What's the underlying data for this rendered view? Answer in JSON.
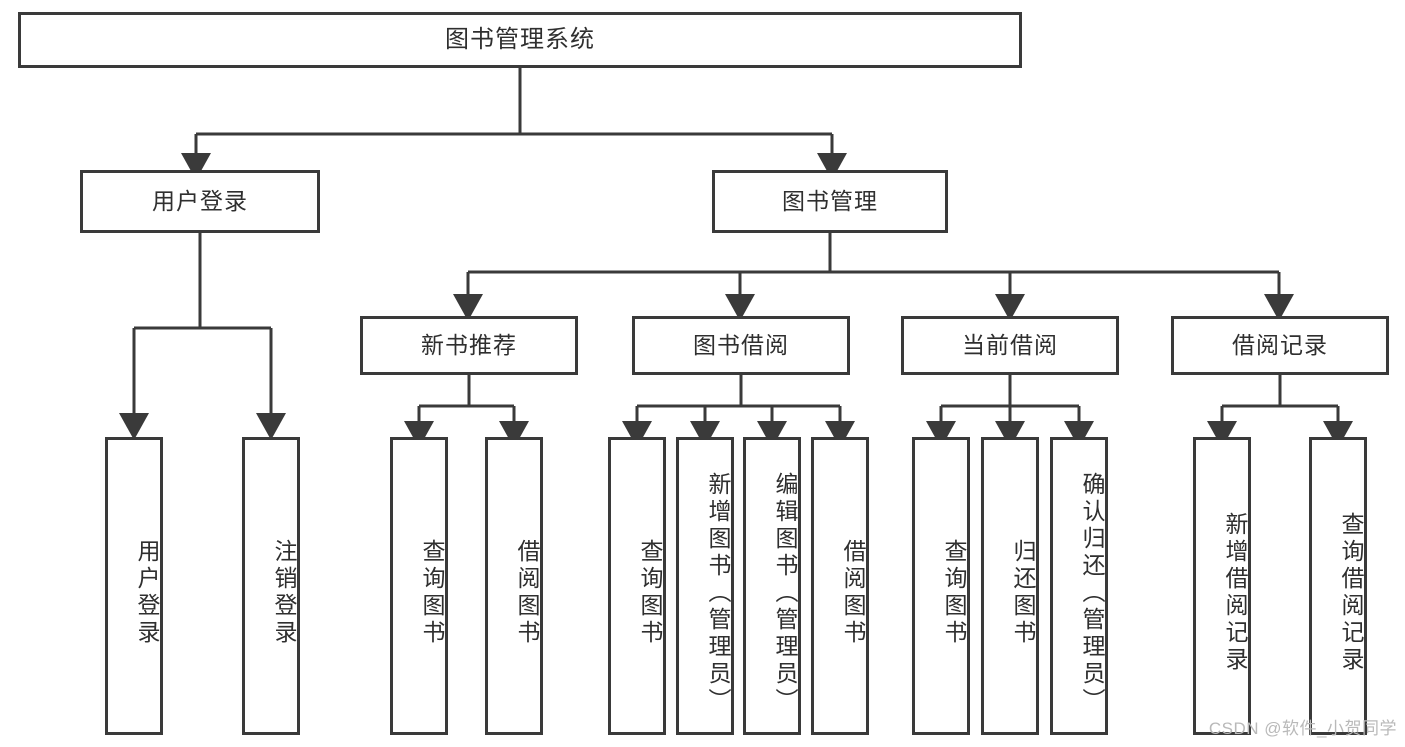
{
  "diagram": {
    "title": "图书管理系统",
    "type": "tree-hierarchy",
    "root": {
      "label": "图书管理系统"
    },
    "level2": [
      {
        "id": "user-login",
        "label": "用户登录"
      },
      {
        "id": "book-management",
        "label": "图书管理"
      }
    ],
    "level3": [
      {
        "id": "new-book-recommend",
        "label": "新书推荐",
        "parent": "book-management"
      },
      {
        "id": "book-borrow",
        "label": "图书借阅",
        "parent": "book-management"
      },
      {
        "id": "current-borrow",
        "label": "当前借阅",
        "parent": "book-management"
      },
      {
        "id": "borrow-record",
        "label": "借阅记录",
        "parent": "book-management"
      }
    ],
    "leaves": [
      {
        "id": "leaf-user-login",
        "label": "用户登录",
        "parent": "user-login"
      },
      {
        "id": "leaf-logout-login",
        "label": "注销登录",
        "parent": "user-login"
      },
      {
        "id": "leaf-query-book-1",
        "label": "查询图书",
        "parent": "new-book-recommend"
      },
      {
        "id": "leaf-borrow-book-1",
        "label": "借阅图书",
        "parent": "new-book-recommend"
      },
      {
        "id": "leaf-query-book-2",
        "label": "查询图书",
        "parent": "book-borrow"
      },
      {
        "id": "leaf-add-book",
        "label": "新增图书（管理员）",
        "parent": "book-borrow"
      },
      {
        "id": "leaf-edit-book",
        "label": "编辑图书（管理员）",
        "parent": "book-borrow"
      },
      {
        "id": "leaf-borrow-book-2",
        "label": "借阅图书",
        "parent": "book-borrow"
      },
      {
        "id": "leaf-query-book-3",
        "label": "查询图书",
        "parent": "current-borrow"
      },
      {
        "id": "leaf-return-book",
        "label": "归还图书",
        "parent": "current-borrow"
      },
      {
        "id": "leaf-confirm-return",
        "label": "确认归还（管理员）",
        "parent": "current-borrow"
      },
      {
        "id": "leaf-add-record",
        "label": "新增借阅记录",
        "parent": "borrow-record"
      },
      {
        "id": "leaf-query-record",
        "label": "查询借阅记录",
        "parent": "borrow-record"
      }
    ],
    "watermark": "CSDN @软件_小贺同学",
    "colors": {
      "stroke": "#3a3a3a",
      "text": "#2f2f2f",
      "background": "#ffffff",
      "watermark": "#b9b9b9"
    }
  }
}
